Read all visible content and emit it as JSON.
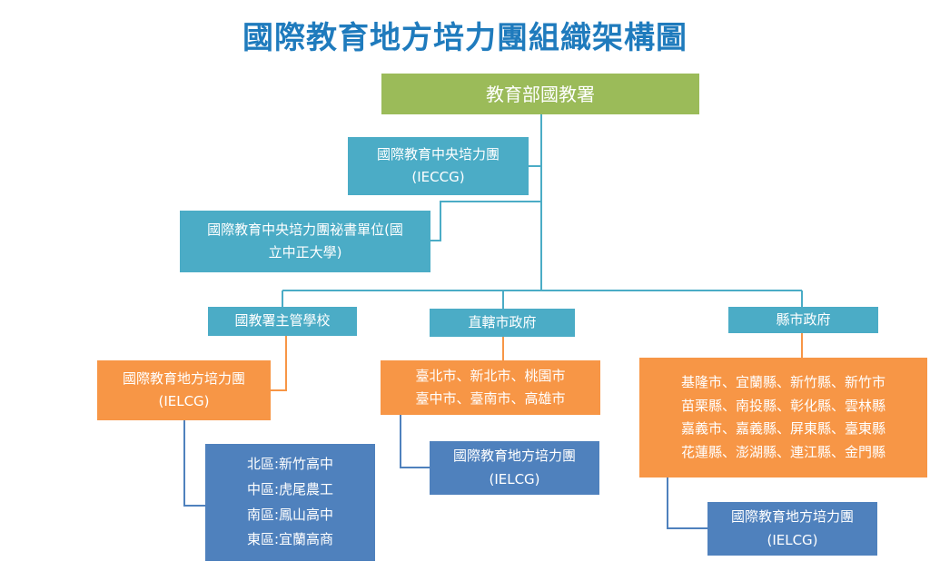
{
  "title": "國際教育地方培力團組織架構圖",
  "colors": {
    "title": "#1f7bbd",
    "green": "#9bbb59",
    "teal": "#4bacc6",
    "orange": "#f79646",
    "blue": "#4f81bd",
    "connector": "#4bacc6"
  },
  "nodes": {
    "moe": "教育部國教署",
    "central": {
      "line1": "國際教育中央培力團",
      "line2": "(IECCG)"
    },
    "secretariat": {
      "line1": "國際教育中央培力團祕書單位(國",
      "line2": "立中正大學)"
    },
    "k12_schools": "國教署主管學校",
    "special_cities": "直轄市政府",
    "county_gov": "縣市政府",
    "ielcg_a": {
      "line1": "國際教育地方培力團",
      "line2": "(IELCG)"
    },
    "regions": [
      "北區:新竹高中",
      "中區:虎尾農工",
      "南區:鳳山高中",
      "東區:宜蘭高商"
    ],
    "city_list": [
      "臺北市、新北市、桃園市",
      "臺中市、臺南市、高雄市"
    ],
    "ielcg_b": {
      "line1": "國際教育地方培力團",
      "line2": "(IELCG)"
    },
    "county_list": [
      "基隆市、宜蘭縣、新竹縣、新竹市",
      "苗栗縣、南投縣、彰化縣、雲林縣",
      "嘉義市、嘉義縣、屏東縣、臺東縣",
      "花蓮縣、澎湖縣、連江縣、金門縣"
    ],
    "ielcg_c": {
      "line1": "國際教育地方培力團",
      "line2": "(IELCG)"
    }
  }
}
